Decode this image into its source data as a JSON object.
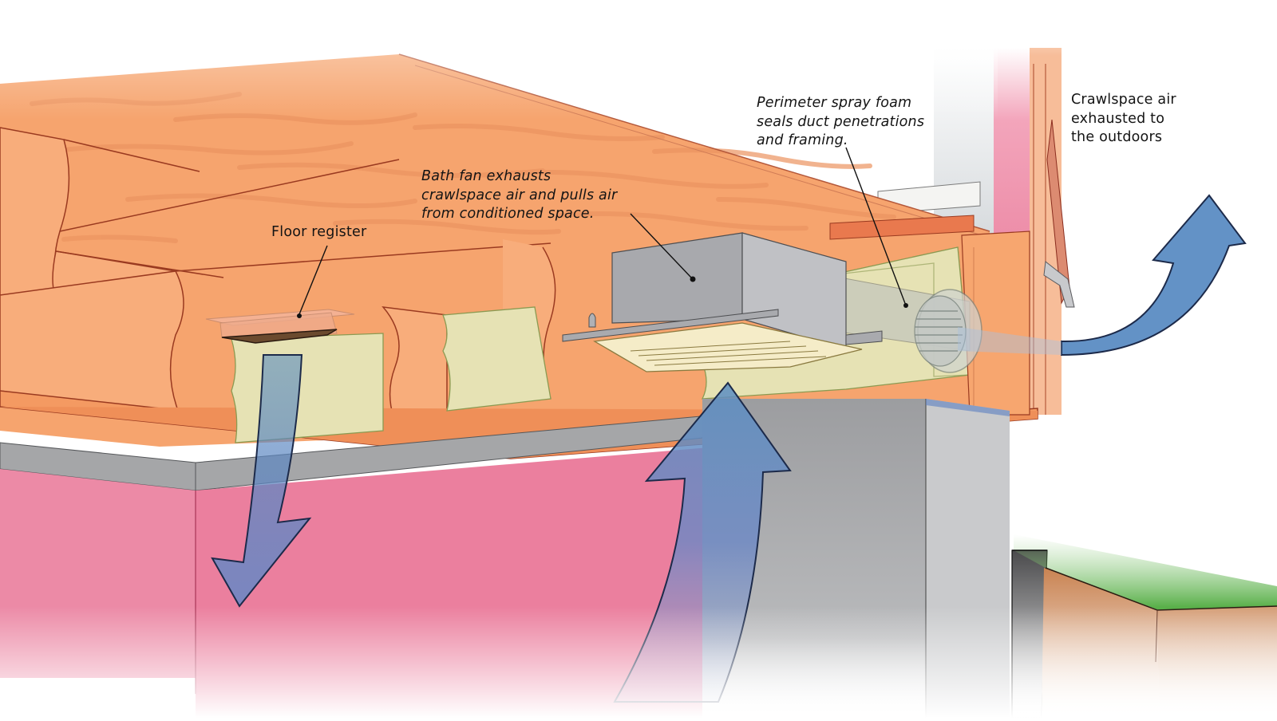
{
  "diagram": {
    "title": "Crawlspace exhaust ventilation via bath fan",
    "callouts": {
      "floor_register": {
        "lines": [
          "Floor register"
        ]
      },
      "bath_fan": {
        "lines": [
          "Bath fan exhausts",
          "crawlspace air and pulls air",
          "from conditioned space."
        ]
      },
      "spray_foam": {
        "lines": [
          "Perimeter spray foam",
          "seals duct penetrations",
          "and framing."
        ]
      },
      "exhaust_outdoors": {
        "lines": [
          "Crawlspace air",
          "exhausted to",
          "the outdoors"
        ]
      }
    },
    "components": [
      "floor joists",
      "subfloor",
      "floor register",
      "fiberglass batt insulation",
      "bath fan housing",
      "fan grille",
      "exhaust duct",
      "louvered wall vent",
      "rim joist",
      "concrete foundation wall",
      "rigid foam wall insulation",
      "siding",
      "soil",
      "grass"
    ],
    "airflow_arrows": [
      "down-from-register",
      "up-into-fan",
      "out-to-exterior"
    ],
    "colors": {
      "wood": "#f6a46e",
      "wood_grain": "#e98d55",
      "wood_edge": "#9a3a20",
      "insulation": "#e6e2b4",
      "foam_pink": "#ef8aa6",
      "concrete": "#a9aaac",
      "fan_metal": "#b7b8bc",
      "arrow_blue": "#5f8fc4",
      "arrow_outline": "#1c2a4a",
      "soil": "#c98352",
      "grass": "#5cb04a",
      "text": "#141414"
    }
  }
}
